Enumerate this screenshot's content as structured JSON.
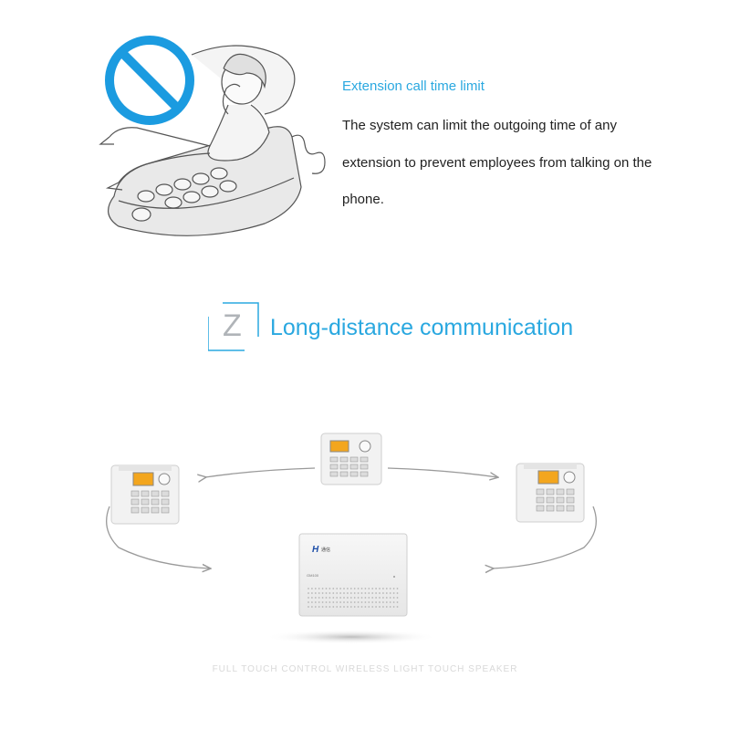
{
  "feature": {
    "title": "Extension call time limit",
    "body": "The system can limit the outgoing time of any extension to prevent employees from talking on the phone."
  },
  "section": {
    "letter": "Z",
    "title": "Long-distance communication"
  },
  "device": {
    "brand_mark": "H",
    "brand_text": "通信",
    "model": "GM100"
  },
  "caption": {
    "line1": "FULL TOUCH CONTROL WIRELESS LIGHT TOUCH SPEAKER",
    "line2": ""
  },
  "colors": {
    "accent": "#2aa8e0",
    "prohibit": "#1b9be0",
    "line": "#9a9a9a"
  },
  "icons": {
    "prohibit": "prohibit-icon",
    "phone": "desk-phone-icon",
    "pbx": "pbx-box-icon"
  }
}
